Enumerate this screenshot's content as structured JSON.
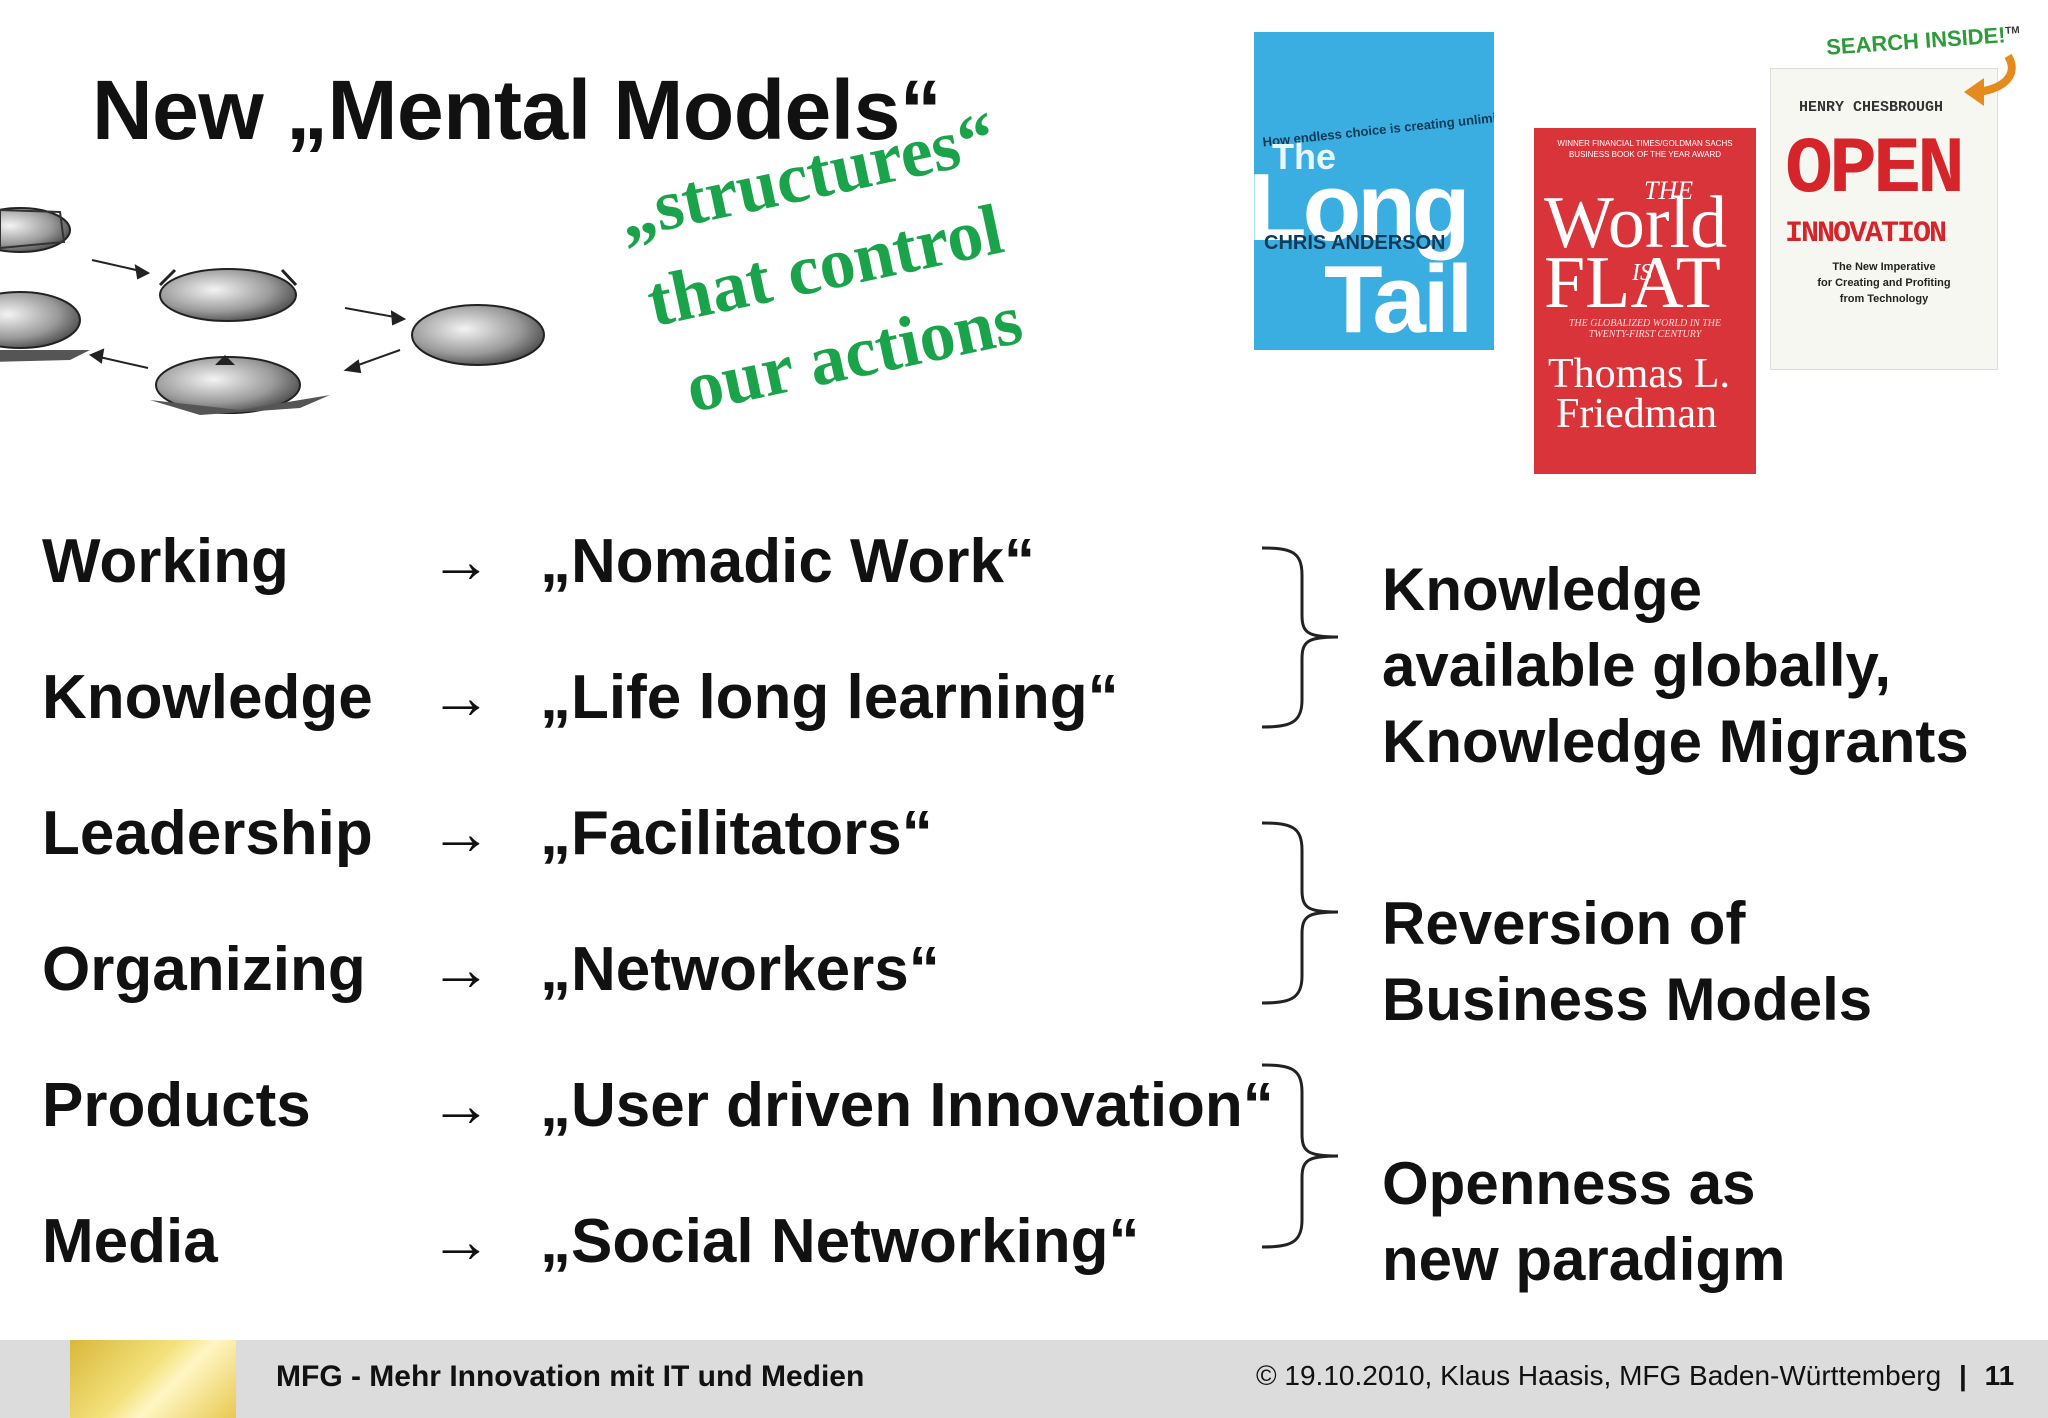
{
  "slide": {
    "title": "New „Mental Models“",
    "slogan": [
      "„structures“",
      "that control",
      "our actions"
    ]
  },
  "rows": [
    {
      "label": "Working",
      "arrow": "→",
      "value": "„Nomadic Work“"
    },
    {
      "label": "Knowledge",
      "arrow": "→",
      "value": "„Life long learning“"
    },
    {
      "label": "Leadership",
      "arrow": "→",
      "value": "„Facilitators“"
    },
    {
      "label": "Organizing",
      "arrow": "→",
      "value": "„Networkers“"
    },
    {
      "label": "Products",
      "arrow": "→",
      "value": "„User driven Innovation“"
    },
    {
      "label": "Media",
      "arrow": "→",
      "value": "„Social Networking“"
    }
  ],
  "summaries": [
    [
      "Knowledge",
      "available globally,",
      "Knowledge Migrants"
    ],
    [
      "Reversion of",
      "Business Models"
    ],
    [
      "Openness as",
      "new paradigm"
    ]
  ],
  "books": {
    "long_tail": {
      "title_1": "The",
      "title_2": "Long",
      "title_3": "Tail",
      "author": "CHRIS ANDERSON",
      "tagline": "How endless choice is creating unlimited demand"
    },
    "world_flat": {
      "award": "WINNER FINANCIAL TIMES/GOLDMAN SACHS BUSINESS BOOK OF THE YEAR AWARD",
      "title_1": "THE",
      "title_2": "World",
      "title_3": "IS",
      "title_4": "FLAT",
      "subtitle": "THE GLOBALIZED WORLD IN THE TWENTY-FIRST CENTURY",
      "author_1": "Thomas L.",
      "author_2": "Friedman"
    },
    "open_innovation": {
      "badge": "SEARCH INSIDE!",
      "tm": "TM",
      "author": "HENRY CHESBROUGH",
      "title_1": "OPEN",
      "title_2": "INNOVATION",
      "subtitle_1": "The New Imperative",
      "subtitle_2": "for Creating and Profiting",
      "subtitle_3": "from Technology"
    }
  },
  "footer": {
    "left": "MFG - Mehr Innovation mit IT und Medien",
    "right": "© 19.10.2010, Klaus Haasis, MFG Baden-Württemberg",
    "separator": "|",
    "page": "11"
  },
  "colors": {
    "slogan": "#1aa34a",
    "footer_bg": "#dcdcdc",
    "text": "#111111"
  }
}
